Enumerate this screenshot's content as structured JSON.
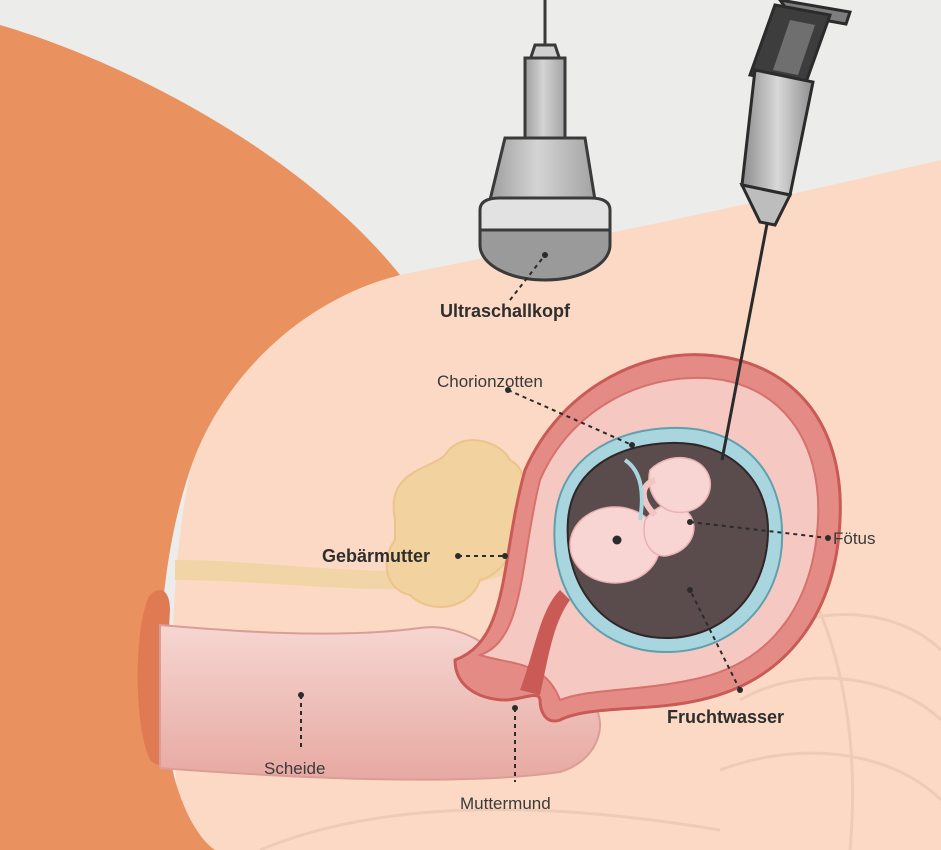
{
  "labels": {
    "probe": "Ultraschallkopf",
    "chorion": "Chorionzotten",
    "uterus": "Gebärmutter",
    "fetus": "Fötus",
    "amniotic_fluid": "Fruchtwasser",
    "vagina": "Scheide",
    "cervix": "Muttermund"
  },
  "colors": {
    "background_top": "#ececea",
    "skin": "#fbd9c4",
    "thigh": "#e9915f",
    "uterus_wall": "#e58b86",
    "uterus_outline": "#c95a56",
    "uterine_lining": "#f6c8c2",
    "amnion": "#a9d6de",
    "amniotic_fluid": "#5a4b4c",
    "fetus": "#f8d4d2",
    "vagina": "#eeb9b3",
    "labia": "#df7a52",
    "ovary": "#f2d29e",
    "probe": "#bdbdbd",
    "leader_line": "#2b2b2b"
  }
}
